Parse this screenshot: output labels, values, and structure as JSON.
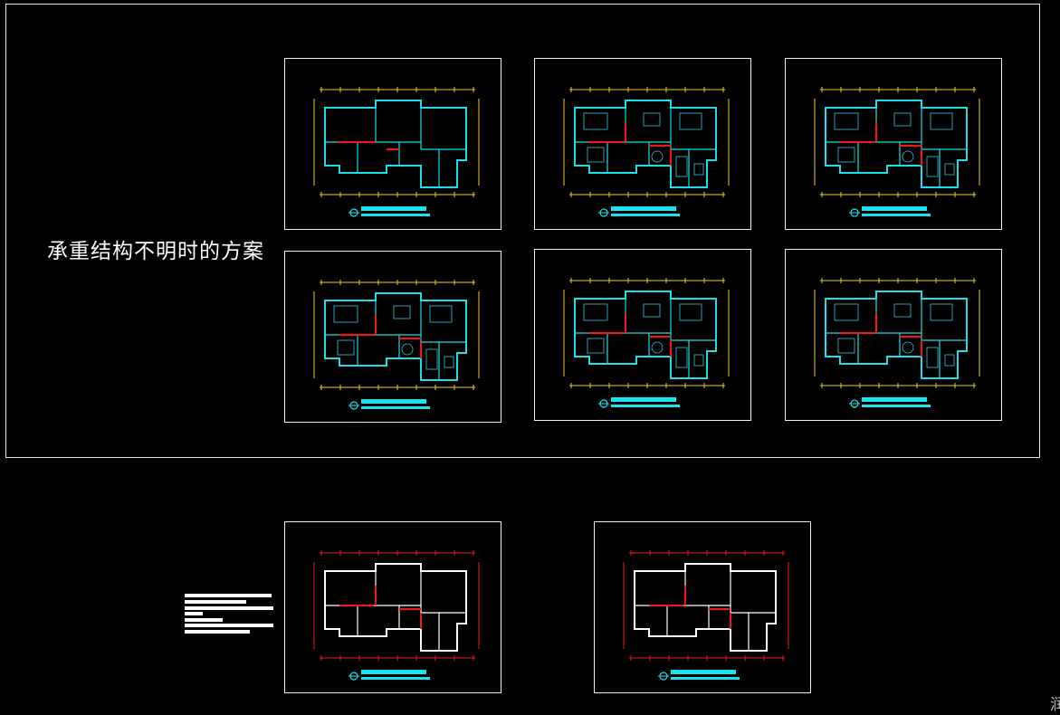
{
  "drawing": {
    "scheme_caption": "承重结构不明时的方案",
    "corner_glyph": "润"
  },
  "colors": {
    "background": "#000000",
    "frame": "#f0f0f0",
    "wall_white": "#ffffff",
    "wall_cyan": "#19e0e6",
    "wall_red": "#e51c1c",
    "dimension_yellow": "#e8d020",
    "furniture_cyan": "#33c6d8",
    "title_bar": "#19e3ee"
  },
  "sheets": [
    {
      "id": "plan-original",
      "style": "empty"
    },
    {
      "id": "plan-option-a",
      "style": "furnished"
    },
    {
      "id": "plan-option-b",
      "style": "furnished"
    },
    {
      "id": "plan-option-c",
      "style": "furnished"
    },
    {
      "id": "plan-option-d",
      "style": "furnished"
    },
    {
      "id": "plan-option-e",
      "style": "furnished"
    },
    {
      "id": "plan-structure-1",
      "style": "structure"
    },
    {
      "id": "plan-structure-2",
      "style": "structure"
    }
  ]
}
